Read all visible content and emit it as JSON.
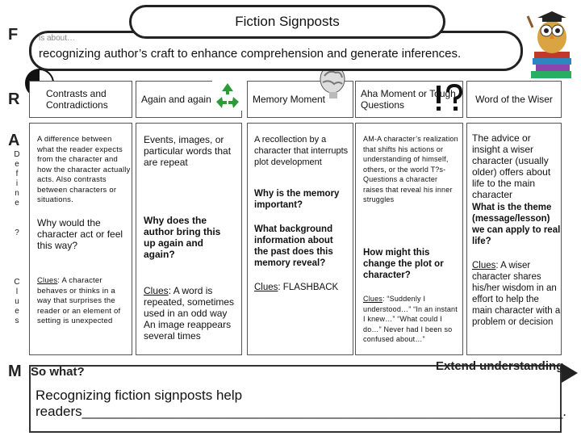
{
  "title": "Fiction Signposts",
  "about": {
    "label": "is about…",
    "text": "recognizing author’s craft to enhance comprehension and generate inferences."
  },
  "side_letters": {
    "F": "F",
    "R": "R",
    "A": "A",
    "M": "M",
    "define": [
      "D",
      "e",
      "f",
      "i",
      "n",
      "e"
    ],
    "question": "?",
    "clues": [
      "C",
      "l",
      "u",
      "e",
      "s"
    ]
  },
  "columns": [
    {
      "header": "Contrasts and Contradictions",
      "definition": "A difference between what the reader expects from the character and how the character actually acts. Also contrasts between characters or situations.",
      "question": "Why would the character act or feel this way?",
      "clues_label": "Clues",
      "clues_text": ": A character behaves or thinks in a way that surprises the reader or an element of setting is unexpected"
    },
    {
      "header": "Again and again",
      "definition": "Events, images, or particular words that are repeat",
      "question": "Why does the author bring this up again and again?",
      "clues_label": "Clues",
      "clues_text": ": A word is repeated, sometimes used in an odd way An image reappears several times"
    },
    {
      "header": "Memory Moment",
      "definition": "A recollection by a character that interrupts plot development",
      "question1": "Why is the memory important?",
      "question2": "What background information about the past does this memory reveal?",
      "clues_label": "Clues",
      "clues_text": ": FLASHBACK"
    },
    {
      "header": "Aha Moment or Tough Questions",
      "definition": "AM-A character’s realization that shifts his actions or understanding of himself, others, or the world T?s-Questions a character raises that reveal his inner struggles",
      "question": "How might this change the plot or character?",
      "clues_label": "Clues",
      "clues_text": ": “Suddenly I understood…” “In an instant I knew…” “What could I do…” Never had I been so confused about…”"
    },
    {
      "header": "Word of the Wiser",
      "definition": "The advice or insight a wiser character (usually older) offers about life to the main character",
      "question": "What is the theme (message/lesson) we can apply to real life?",
      "clues_label": "Clues",
      "clues_text": ": A wiser character shares his/her wisdom in an effort to help the main character with a problem or decision"
    }
  ],
  "footer": {
    "so_what": "So what?",
    "extend": "Extend understanding",
    "text": "Recognizing fiction signposts help readers_______________________________________________________________."
  },
  "icons": {
    "recycle": "recycle-icon",
    "brain": "brain-head-icon",
    "exclaim_question": "exclaim-question-icon",
    "owl": "owl-books-icon",
    "contrast_circle": "contrast-circle-icon"
  },
  "colors": {
    "recycle_green": "#2e9a3a",
    "border": "#222222"
  }
}
